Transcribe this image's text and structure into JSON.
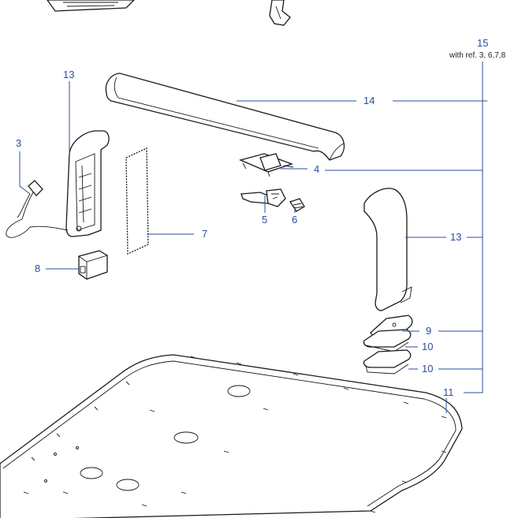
{
  "callouts": {
    "c15": "15",
    "c15_note": "with ref. 3, 6,7,8",
    "c14": "14",
    "c13_left": "13",
    "c13_right": "13",
    "c3": "3",
    "c4": "4",
    "c5": "5",
    "c6": "6",
    "c7": "7",
    "c8": "8",
    "c9": "9",
    "c10_a": "10",
    "c10_b": "10",
    "c11": "11"
  },
  "colors": {
    "callout": "#2a4f9c",
    "outline": "#1a1a1a",
    "background": "#ffffff"
  }
}
